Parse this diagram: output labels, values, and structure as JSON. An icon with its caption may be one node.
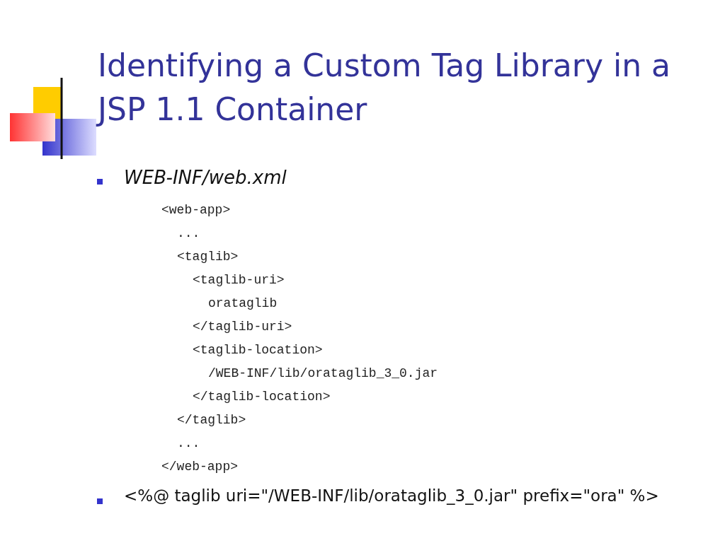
{
  "diagram": {
    "title": "Identifying a Custom Tag Library in a JSP 1.1 Container",
    "labels": [
      "WEB-INF/web.xml",
      "<web-app>",
      "...",
      "<taglib>",
      "<taglib-uri>",
      "orataglib",
      "</taglib-uri>",
      "<taglib-location>",
      "/WEB-INF/lib/orataglib_3_0.jar",
      "</taglib-location>",
      "</taglib>",
      "...",
      "</web-app>",
      "<%@ taglib uri=\"/WEB-INF/lib/orataglib_3_0.jar\" prefix=\"ora\" %>"
    ]
  }
}
